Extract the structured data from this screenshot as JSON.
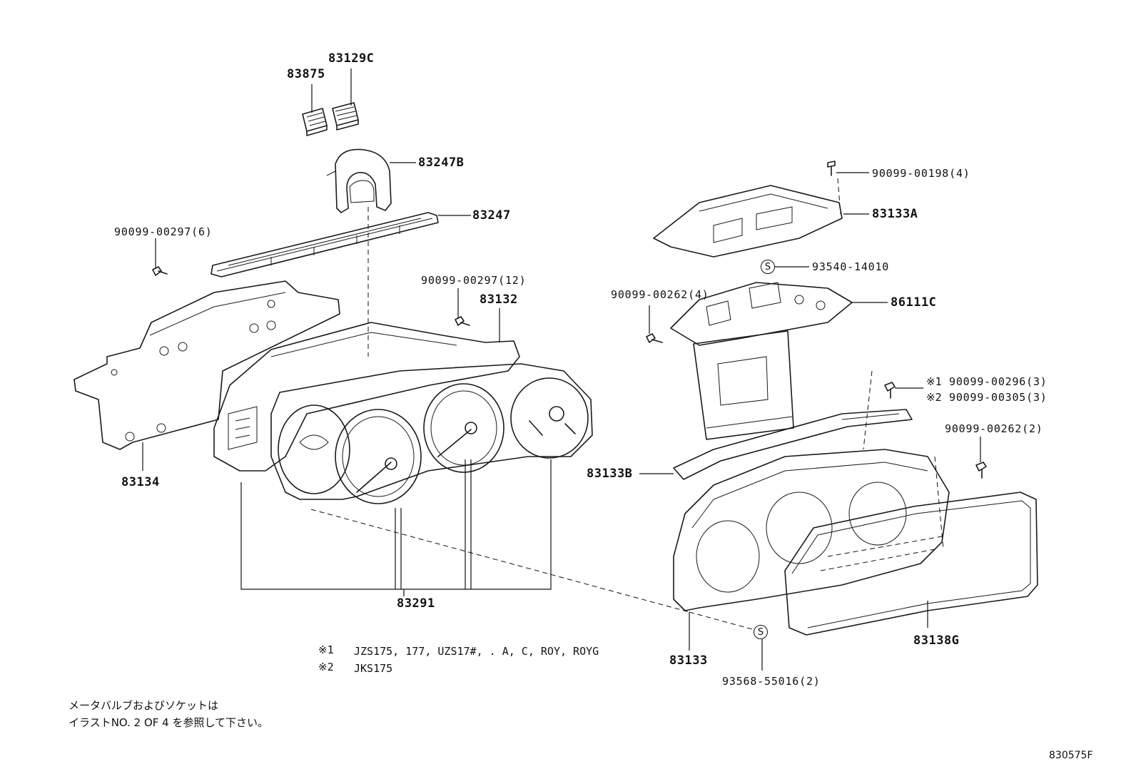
{
  "diagram": {
    "drawing_id": "830575F",
    "parts": {
      "p83875": "83875",
      "p83129C": "83129C",
      "p83247B": "83247B",
      "p83247": "83247",
      "p90099_00297_6": "90099-00297(6)",
      "p90099_00297_12": "90099-00297(12)",
      "p83132": "83132",
      "p83134": "83134",
      "p83291": "83291",
      "p90099_00198_4": "90099-00198(4)",
      "p83133A": "83133A",
      "p93540_14010": "93540-14010",
      "p90099_00262_4": "90099-00262(4)",
      "p86111C": "86111C",
      "p90099_00296_3": "90099-00296(3)",
      "p90099_00305_3": "90099-00305(3)",
      "p90099_00262_2": "90099-00262(2)",
      "p83133B": "83133B",
      "p83133": "83133",
      "p83138G": "83138G",
      "p93568_55016_2": "93568-55016(2)"
    },
    "markers": {
      "star1": "※1",
      "star2": "※2",
      "s_mark": "S"
    },
    "footnotes": {
      "note1_mark": "※1",
      "note1_text": "JZS175, 177, UZS17#, . A, C, ROY, ROYG",
      "note2_mark": "※2",
      "note2_text": "JKS175"
    },
    "japanese_note": {
      "line1": "メータバルブおよびソケットは",
      "line2": "イラストNO. 2 OF 4 を参照して下さい。"
    }
  }
}
